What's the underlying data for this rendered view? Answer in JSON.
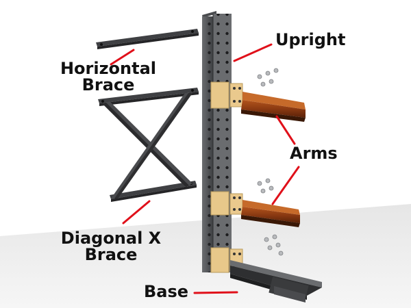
{
  "labels": {
    "upright": "Upright",
    "horizontal_brace": [
      "Horizontal",
      "Brace"
    ],
    "arms": "Arms",
    "diagonal_x_brace": [
      "Diagonal X",
      "Brace"
    ],
    "base": "Base"
  },
  "colors": {
    "leader_line": "#e0101a",
    "steel_dark": "#3a3a3c",
    "steel_mid": "#55575a",
    "steel_light": "#8a8c8f",
    "arm_rust": "#8b3a12",
    "plate_tan": "#e8c88a",
    "floor_gray": "#d9d9d9"
  }
}
